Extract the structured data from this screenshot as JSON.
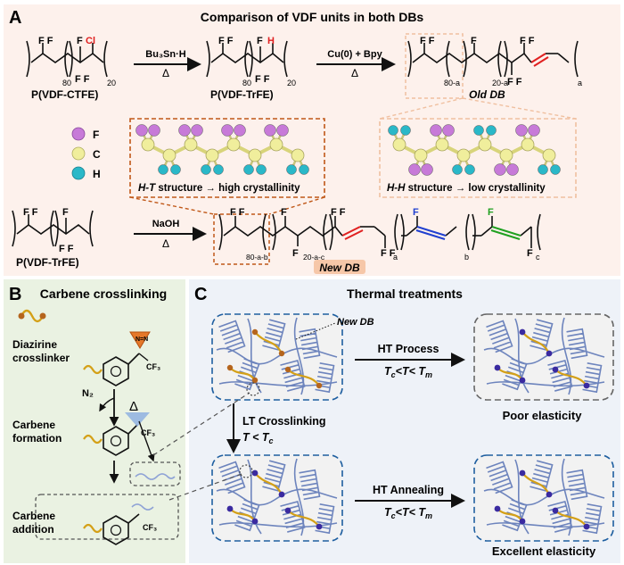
{
  "panelA": {
    "letter": "A",
    "title": "Comparison of VDF units in both DBs",
    "mol1_label": "P(VDF-CTFE)",
    "mol1_sub1": "80",
    "mol1_sub2": "20",
    "mol1_cl": "Cl",
    "arrow1_reagent": "Bu₃Sn·H",
    "mol2_label": "P(VDF-TrFE)",
    "mol2_sub1": "80",
    "mol2_sub2": "20",
    "mol2_h": "H",
    "arrow2_reagent": "Cu(0) + Bpy",
    "mol3_label": "Old DB",
    "mol3_sub1": "80-a",
    "mol3_sub2": "20-a",
    "mol3_sub3": "a",
    "legend_f": "F",
    "legend_c": "C",
    "legend_h": "H",
    "ht_caption": "H-T structure → high crystallinity",
    "hh_caption": "H-H structure → low crystallinity",
    "mol4_label": "P(VDF-TrFE)",
    "arrow3_reagent": "NaOH",
    "mol5_label": "New DB",
    "mol5_sub1": "80-a-b",
    "mol5_sub2": "20-a-c",
    "mol5_sub3": "a",
    "mol5_sub4": "b",
    "mol5_sub5": "c",
    "f_atom": "F"
  },
  "panelB": {
    "letter": "B",
    "title": "Carbene crosslinking",
    "label1": "Diazirine",
    "label1b": "crosslinker",
    "n2": "N₂",
    "delta": "Δ",
    "label2": "Carbene",
    "label2b": "formation",
    "label3": "Carbene",
    "label3b": "addition",
    "cf3": "CF₃",
    "nn": "N=N"
  },
  "panelC": {
    "letter": "C",
    "title": "Thermal treatments",
    "newdb": "New DB",
    "ht_process": "HT Process",
    "cond1": "Tc<T< Tm",
    "poor": "Poor elasticity",
    "lt_cross": "LT Crosslinking",
    "lt_cond": "T < Tc",
    "ht_anneal": "HT Annealing",
    "cond2": "Tc<T< Tm",
    "excellent": "Excellent elasticity"
  },
  "colors": {
    "panelA_bg": "#fdf1ec",
    "panelB_bg": "#eaf2e2",
    "panelC_bg": "#eef2f8",
    "fluorine": "#c77ad8",
    "carbon": "#f0ee9c",
    "hydrogen": "#2ab8c8",
    "red_bond": "#e02020",
    "blue_bond": "#2040d0",
    "green_bond": "#20a020",
    "chain": "#6d84bd",
    "crosslinker": "#d4a017",
    "node": "#3a2aa0",
    "ht_box": "#c05818",
    "hh_box": "#f0c0a0"
  }
}
